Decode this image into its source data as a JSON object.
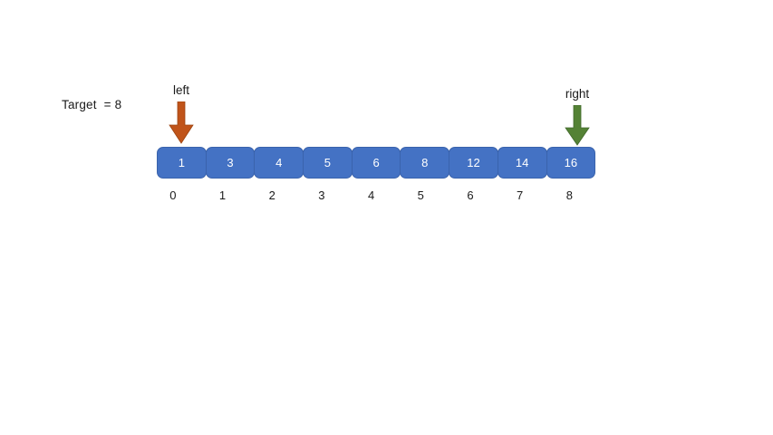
{
  "diagram": {
    "title_text": "Target  = 8",
    "target_value": "8",
    "colors": {
      "cell_fill": "#4472C4",
      "cell_border": "#3A63AC",
      "cell_text": "#FFFFFF",
      "left_arrow": "#C0541A",
      "right_arrow": "#548235",
      "label_text": "#1A1A1A",
      "background": "#FFFFFF"
    },
    "pointers": [
      {
        "name": "left",
        "label": "left",
        "index": "0",
        "color": "#C0541A"
      },
      {
        "name": "right",
        "label": "right",
        "index": "8",
        "color": "#548235"
      }
    ],
    "array": {
      "values": [
        "1",
        "3",
        "4",
        "5",
        "6",
        "8",
        "12",
        "14",
        "16"
      ],
      "indices": [
        "0",
        "1",
        "2",
        "3",
        "4",
        "5",
        "6",
        "7",
        "8"
      ]
    }
  }
}
